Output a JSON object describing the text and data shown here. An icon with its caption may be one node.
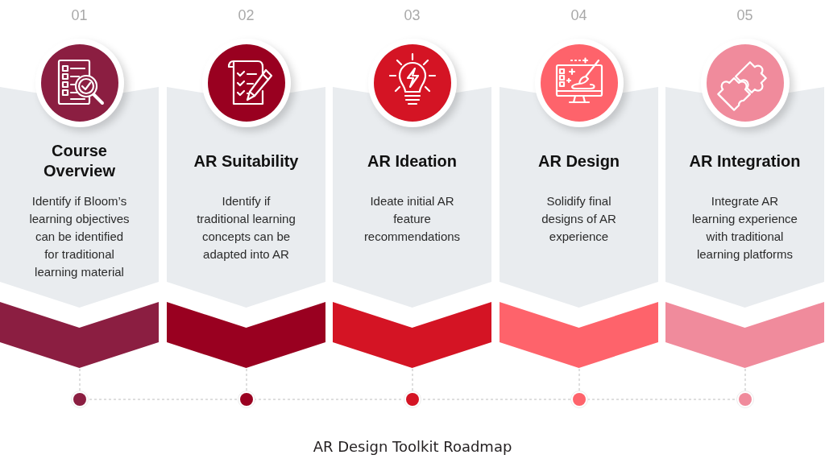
{
  "diagram": {
    "caption": "AR Design Toolkit Roadmap",
    "nodes": [
      {
        "text": [
          "Course Overview",
          "Identify if Bloom’s learning objectives can be identified for traditional learning material"
        ],
        "beside": [
          "01"
        ]
      },
      {
        "text": [
          "AR Suitability",
          "Identify if traditional learning concepts can be adapted into AR"
        ],
        "beside": [
          "02"
        ]
      },
      {
        "text": [
          "AR Ideation",
          "Ideate initial AR feature recommendations"
        ],
        "beside": [
          "03"
        ]
      },
      {
        "text": [
          "AR Design",
          "Solidify final designs of AR experience"
        ],
        "beside": [
          "04"
        ]
      },
      {
        "text": [
          "AR Integration",
          "Integrate AR learning experience with traditional learning platforms"
        ],
        "beside": [
          "05"
        ]
      },
      {
        "text": [],
        "shape": "chevron"
      },
      {
        "text": [],
        "shape": "chevron"
      },
      {
        "text": [],
        "shape": "chevron"
      },
      {
        "text": [],
        "shape": "chevron"
      },
      {
        "text": [],
        "shape": "chevron"
      }
    ]
  }
}
